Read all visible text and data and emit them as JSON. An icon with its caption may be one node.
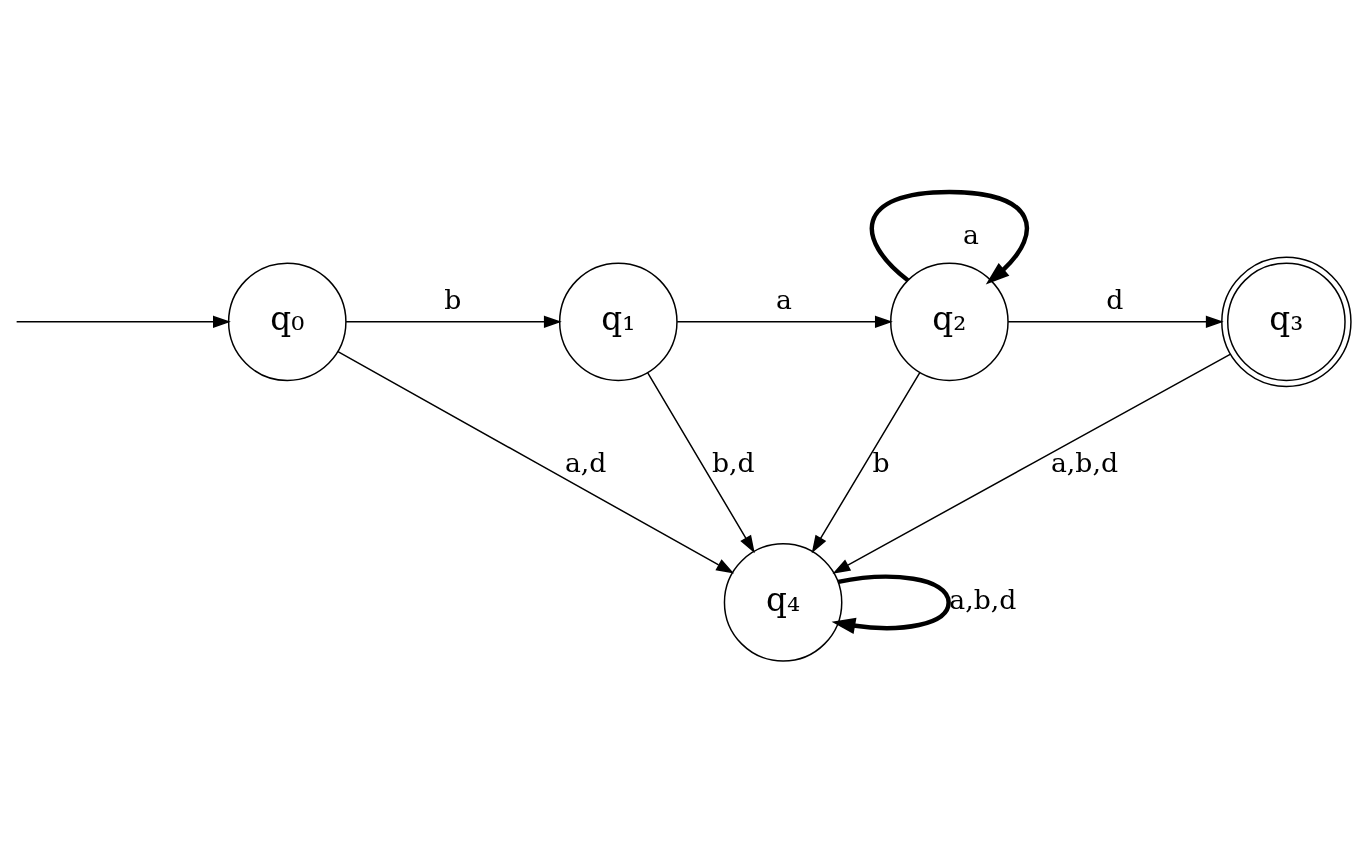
{
  "diagram": {
    "nodes": [
      {
        "text": [
          "q₀"
        ]
      },
      {
        "text": [
          "q₁"
        ]
      },
      {
        "text": [
          "q₂"
        ]
      },
      {
        "text": [
          "q₃"
        ]
      },
      {
        "text": [
          "q₄"
        ]
      }
    ],
    "edges": [
      {
        "from": null,
        "to": 0,
        "arrow": "to"
      },
      {
        "from": 0,
        "to": 1,
        "arrow": "to",
        "label": "b"
      },
      {
        "from": 1,
        "to": 2,
        "arrow": "to",
        "label": "a"
      },
      {
        "from": 2,
        "to": 2,
        "arrow": "to",
        "label": "a",
        "style": "thick"
      },
      {
        "from": 2,
        "to": 3,
        "arrow": "to",
        "label": "d"
      },
      {
        "from": 0,
        "to": 4,
        "arrow": "to",
        "label": "a,d"
      },
      {
        "from": 1,
        "to": 4,
        "arrow": "to",
        "label": "b,d"
      },
      {
        "from": 2,
        "to": 4,
        "arrow": "to",
        "label": "b"
      },
      {
        "from": 3,
        "to": 4,
        "arrow": "to",
        "label": "a,b,d"
      },
      {
        "from": 4,
        "to": 4,
        "arrow": "to",
        "label": "a,b,d",
        "style": "thick"
      }
    ]
  }
}
